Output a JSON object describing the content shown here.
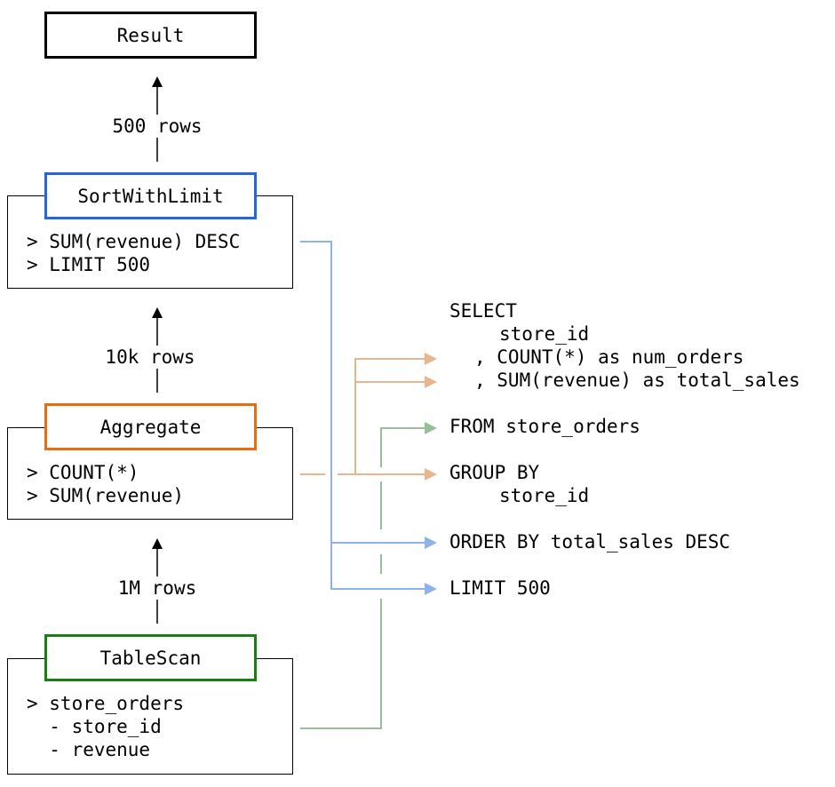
{
  "colors": {
    "black": "#000000",
    "blue": "#2468d8",
    "orange": "#e26f12",
    "green": "#1a7f12",
    "blue_link": "#8fb3e8",
    "orange_link": "#e8b68e",
    "green_link": "#97bf97"
  },
  "nodes": {
    "result": {
      "label": "Result"
    },
    "sort": {
      "label": "SortWithLimit",
      "details": [
        "> SUM(revenue) DESC",
        "> LIMIT 500"
      ]
    },
    "aggregate": {
      "label": "Aggregate",
      "details": [
        "> COUNT(*)",
        "> SUM(revenue)"
      ]
    },
    "scan": {
      "label": "TableScan",
      "details": [
        "> store_orders",
        "  - store_id",
        "  - revenue"
      ]
    }
  },
  "edges": {
    "sort_to_result": "500 rows",
    "aggregate_to_sort": "10k rows",
    "scan_to_aggregate": "1M rows"
  },
  "sql": {
    "select": "SELECT",
    "store_id": "store_id",
    "count_line": ", COUNT(*) as num_orders",
    "sum_line": ", SUM(revenue) as total_sales",
    "from": "FROM store_orders",
    "group_by": "GROUP BY",
    "group_col": "store_id",
    "order_by": "ORDER BY total_sales DESC",
    "limit": "LIMIT 500"
  }
}
